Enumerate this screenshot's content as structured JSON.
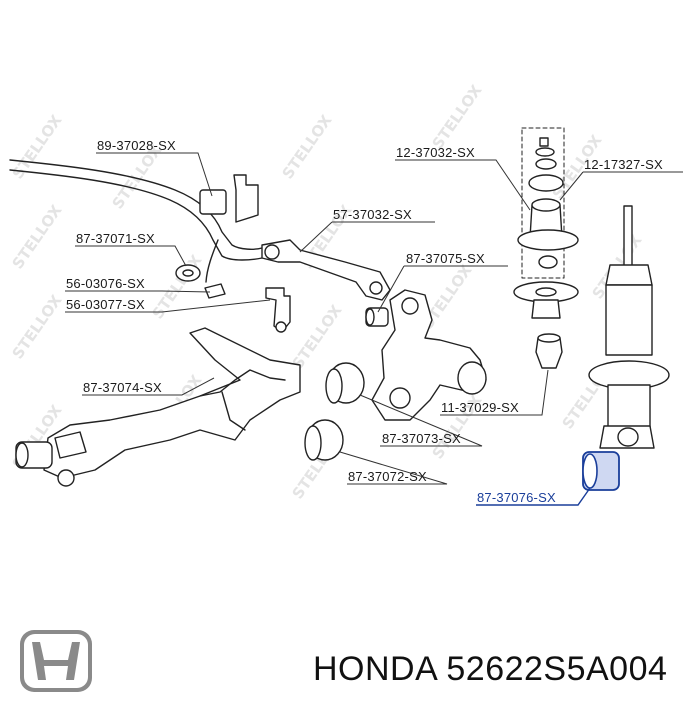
{
  "brand": "HONDA",
  "part_number": "52622S5A004",
  "watermark_text": "STELLOX",
  "highlight_color": "#1a3e9a",
  "labels": {
    "l1": "89-37028-SX",
    "l2": "87-37071-SX",
    "l3": "57-37032-SX",
    "l4": "56-03076-SX",
    "l5": "56-03077-SX",
    "l6": "87-37075-SX",
    "l7": "87-37074-SX",
    "l8": "12-37032-SX",
    "l9": "12-17327-SX",
    "l10": "11-37029-SX",
    "l11": "87-37073-SX",
    "l12": "87-37072-SX",
    "l13": "87-37076-SX"
  }
}
